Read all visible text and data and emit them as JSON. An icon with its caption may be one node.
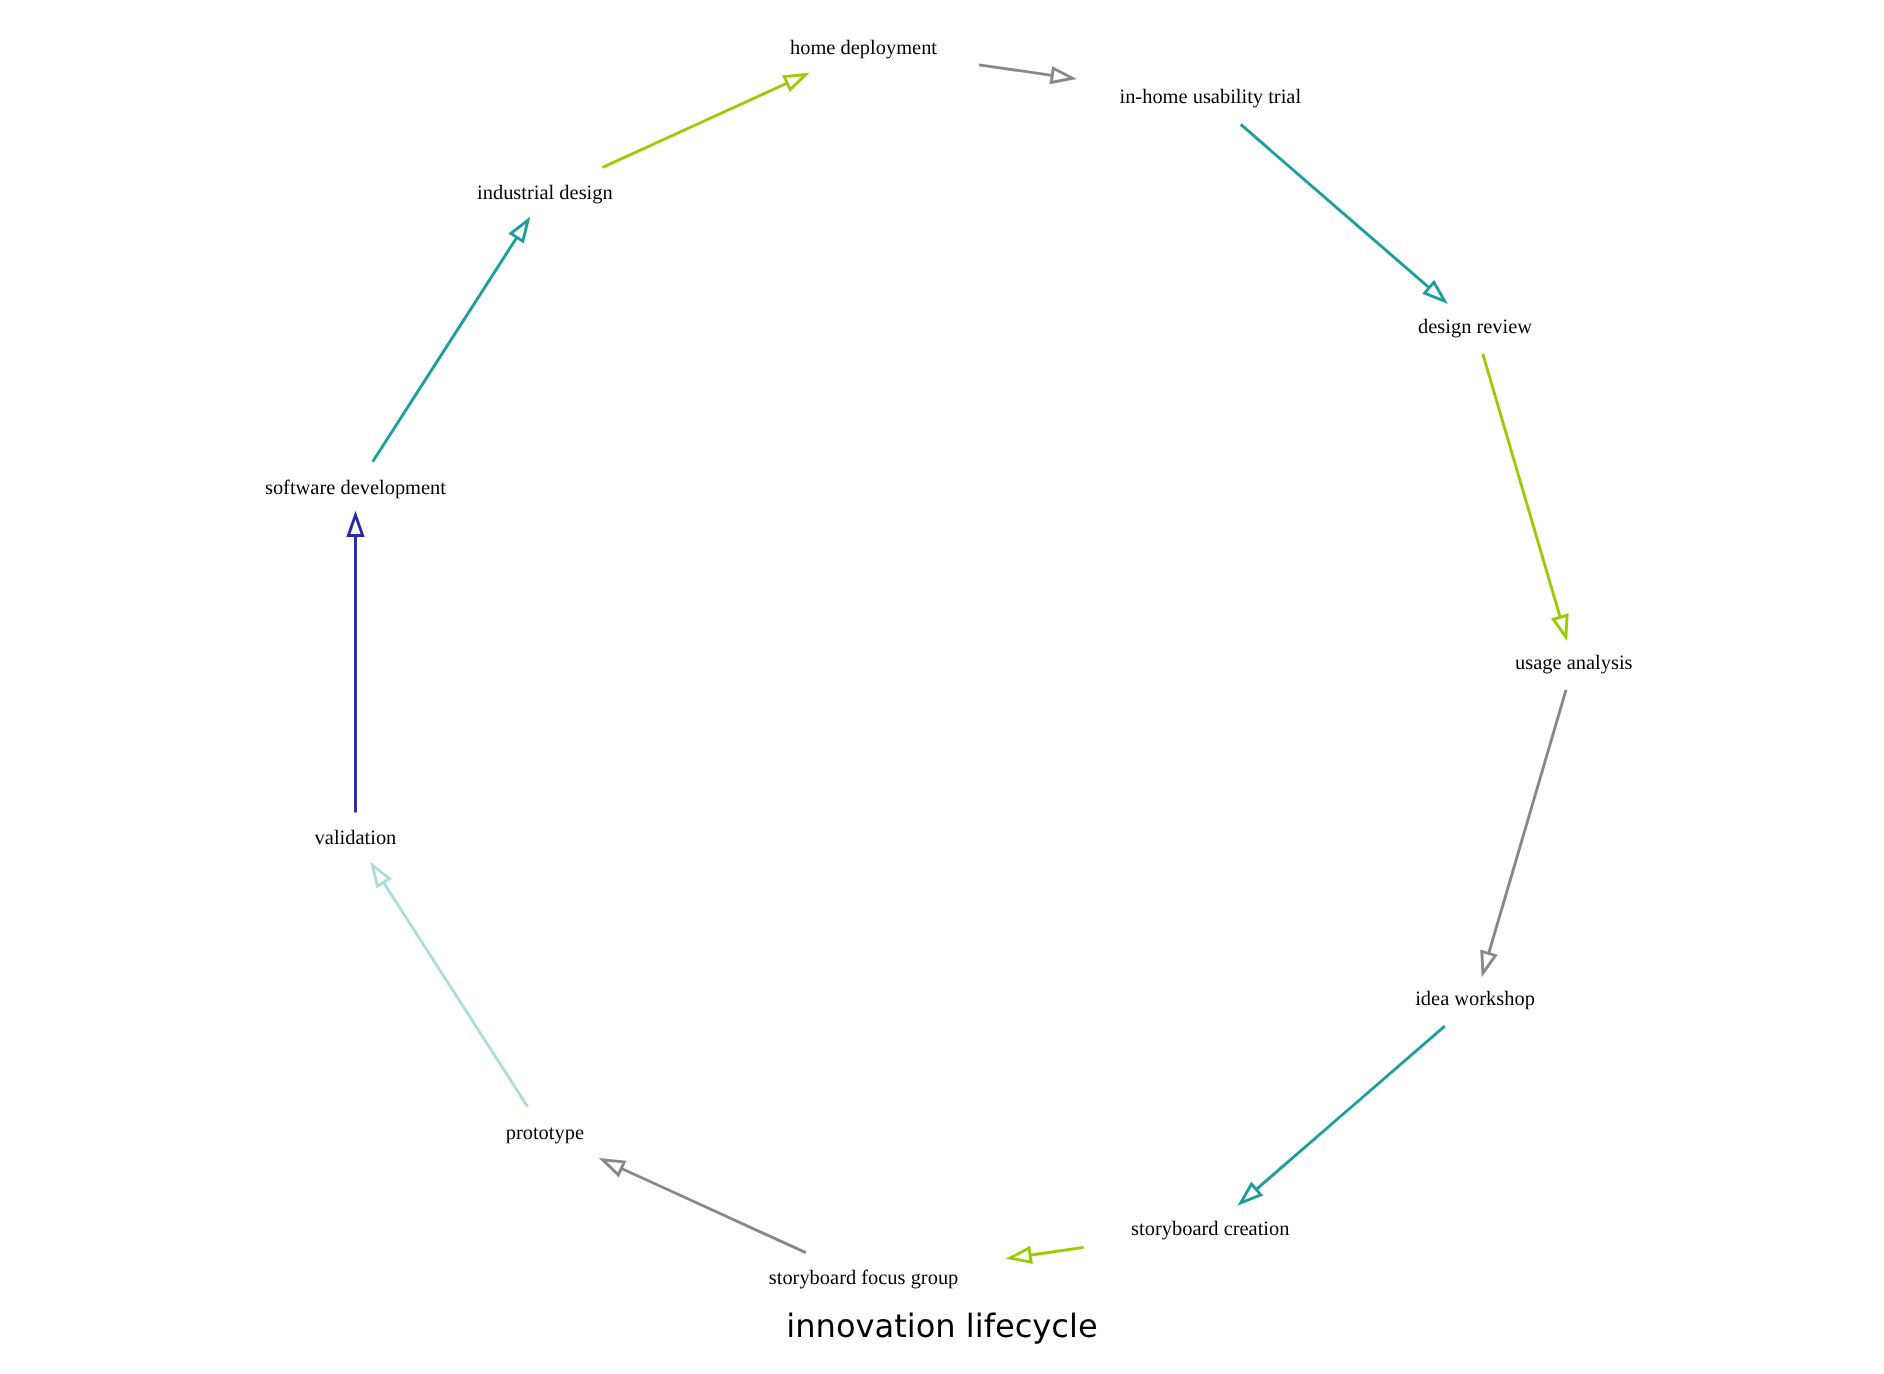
{
  "diagram": {
    "title": "innovation lifecycle",
    "nodes": [
      {
        "text": [
          "idea workshop"
        ]
      },
      {
        "text": [
          "storyboard creation"
        ]
      },
      {
        "text": [
          "storyboard focus group"
        ]
      },
      {
        "text": [
          "prototype"
        ]
      },
      {
        "text": [
          "validation"
        ]
      },
      {
        "text": [
          "software development"
        ]
      },
      {
        "text": [
          "industrial design"
        ]
      },
      {
        "text": [
          "home deployment"
        ]
      },
      {
        "text": [
          "in-home usability trial"
        ]
      },
      {
        "text": [
          "design review"
        ]
      },
      {
        "text": [
          "usage analysis"
        ]
      }
    ],
    "edges": [
      {
        "from": 0,
        "to": 1,
        "arrow": "to",
        "color": "#1a9e9e"
      },
      {
        "from": 1,
        "to": 2,
        "arrow": "to",
        "color": "#99cc00"
      },
      {
        "from": 2,
        "to": 3,
        "arrow": "to",
        "color": "#888888"
      },
      {
        "from": 3,
        "to": 4,
        "arrow": "to",
        "color": "#aadddd"
      },
      {
        "from": 4,
        "to": 5,
        "arrow": "to",
        "color": "#2a2aa0"
      },
      {
        "from": 5,
        "to": 6,
        "arrow": "to",
        "color": "#1a9e9e"
      },
      {
        "from": 6,
        "to": 7,
        "arrow": "to",
        "color": "#99cc00"
      },
      {
        "from": 7,
        "to": 8,
        "arrow": "to",
        "color": "#888888"
      },
      {
        "from": 8,
        "to": 9,
        "arrow": "to",
        "color": "#1a9e9e"
      },
      {
        "from": 9,
        "to": 10,
        "arrow": "to",
        "color": "#99cc00"
      },
      {
        "from": 10,
        "to": 0,
        "arrow": "to",
        "color": "#888888"
      }
    ]
  }
}
